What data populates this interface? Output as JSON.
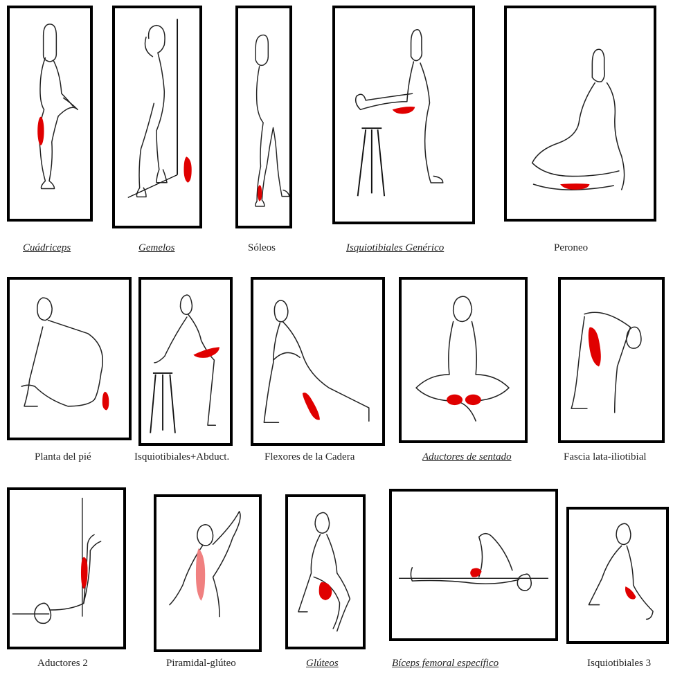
{
  "accent_color": "#e00000",
  "exercises": [
    {
      "label": "Cuádriceps",
      "style": "italic-underline",
      "figure": "standing-quad-stretch-icon"
    },
    {
      "label": "Gemelos",
      "style": "italic-underline",
      "figure": "wall-calf-stretch-icon"
    },
    {
      "label": "Sóleos",
      "style": "plain",
      "figure": "standing-soleus-stretch-icon"
    },
    {
      "label": "Isquiotibiales Genérico",
      "style": "italic-underline",
      "figure": "stool-hamstring-stretch-icon"
    },
    {
      "label": "Peroneo",
      "style": "plain",
      "figure": "kneeling-peroneus-stretch-icon"
    },
    {
      "label": "Planta del pié",
      "style": "plain",
      "figure": "kneeling-foot-stretch-icon"
    },
    {
      "label": "Isquiotibiales+Abduct.",
      "style": "plain",
      "figure": "stool-hamstring-abduct-stretch-icon"
    },
    {
      "label": "Flexores de la Cadera",
      "style": "plain",
      "figure": "lunge-hip-flexor-stretch-icon"
    },
    {
      "label": "Aductores de sentado",
      "style": "italic-underline",
      "figure": "seated-adductor-stretch-icon"
    },
    {
      "label": "Fascia lata-iliotibial",
      "style": "plain",
      "figure": "bending-it-band-stretch-icon"
    },
    {
      "label": "Aductores 2",
      "style": "plain",
      "figure": "lying-wall-adductor-stretch-icon"
    },
    {
      "label": "Piramidal-glúteo",
      "style": "plain",
      "figure": "lying-piriformis-stretch-icon"
    },
    {
      "label": "Glúteos",
      "style": "italic-underline",
      "figure": "seated-glute-stretch-icon"
    },
    {
      "label": "Bíceps femoral específico",
      "style": "italic-underline",
      "figure": "lying-biceps-femoris-stretch-icon"
    },
    {
      "label": "Isquiotibiales 3",
      "style": "plain",
      "figure": "squat-hamstring-stretch-icon"
    }
  ]
}
